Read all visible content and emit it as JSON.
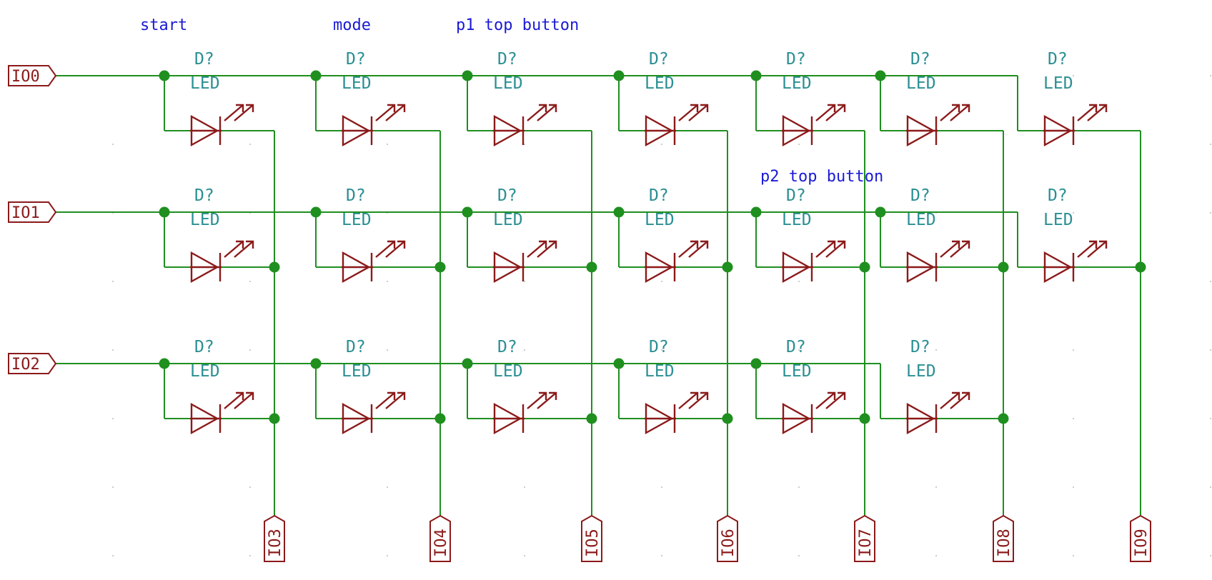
{
  "notes": [
    "start",
    "mode",
    "p1 top button",
    "p2 top button"
  ],
  "row_ports": [
    "IO0",
    "IO1",
    "IO2"
  ],
  "col_ports": [
    "IO3",
    "IO4",
    "IO5",
    "IO6",
    "IO7",
    "IO8",
    "IO9"
  ],
  "led_reference": "D?",
  "led_value": "LED",
  "matrix": {
    "rows": 3,
    "columns": 7,
    "leds_per_row": [
      7,
      7,
      6
    ]
  },
  "colors": {
    "wire": "#1f8f1f",
    "component": "#8b1a1a",
    "component_label": "#2b8f93",
    "note_text": "#1a1ad6"
  }
}
